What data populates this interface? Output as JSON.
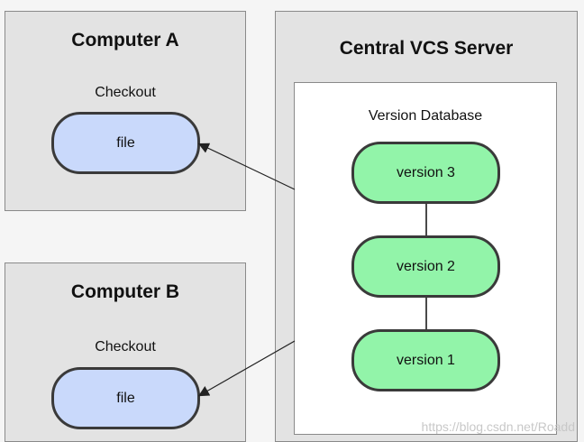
{
  "computer_a": {
    "title": "Computer A",
    "checkout_label": "Checkout",
    "file_label": "file"
  },
  "computer_b": {
    "title": "Computer B",
    "checkout_label": "Checkout",
    "file_label": "file"
  },
  "server": {
    "title": "Central VCS Server",
    "database_label": "Version Database",
    "versions": [
      "version 3",
      "version 2",
      "version 1"
    ]
  },
  "watermark": "https://blog.csdn.net/Roadd",
  "colors": {
    "box_fill": "#e3e3e3",
    "file_fill": "#c9d9fb",
    "version_fill": "#92f4a9",
    "database_fill": "#ffffff"
  }
}
